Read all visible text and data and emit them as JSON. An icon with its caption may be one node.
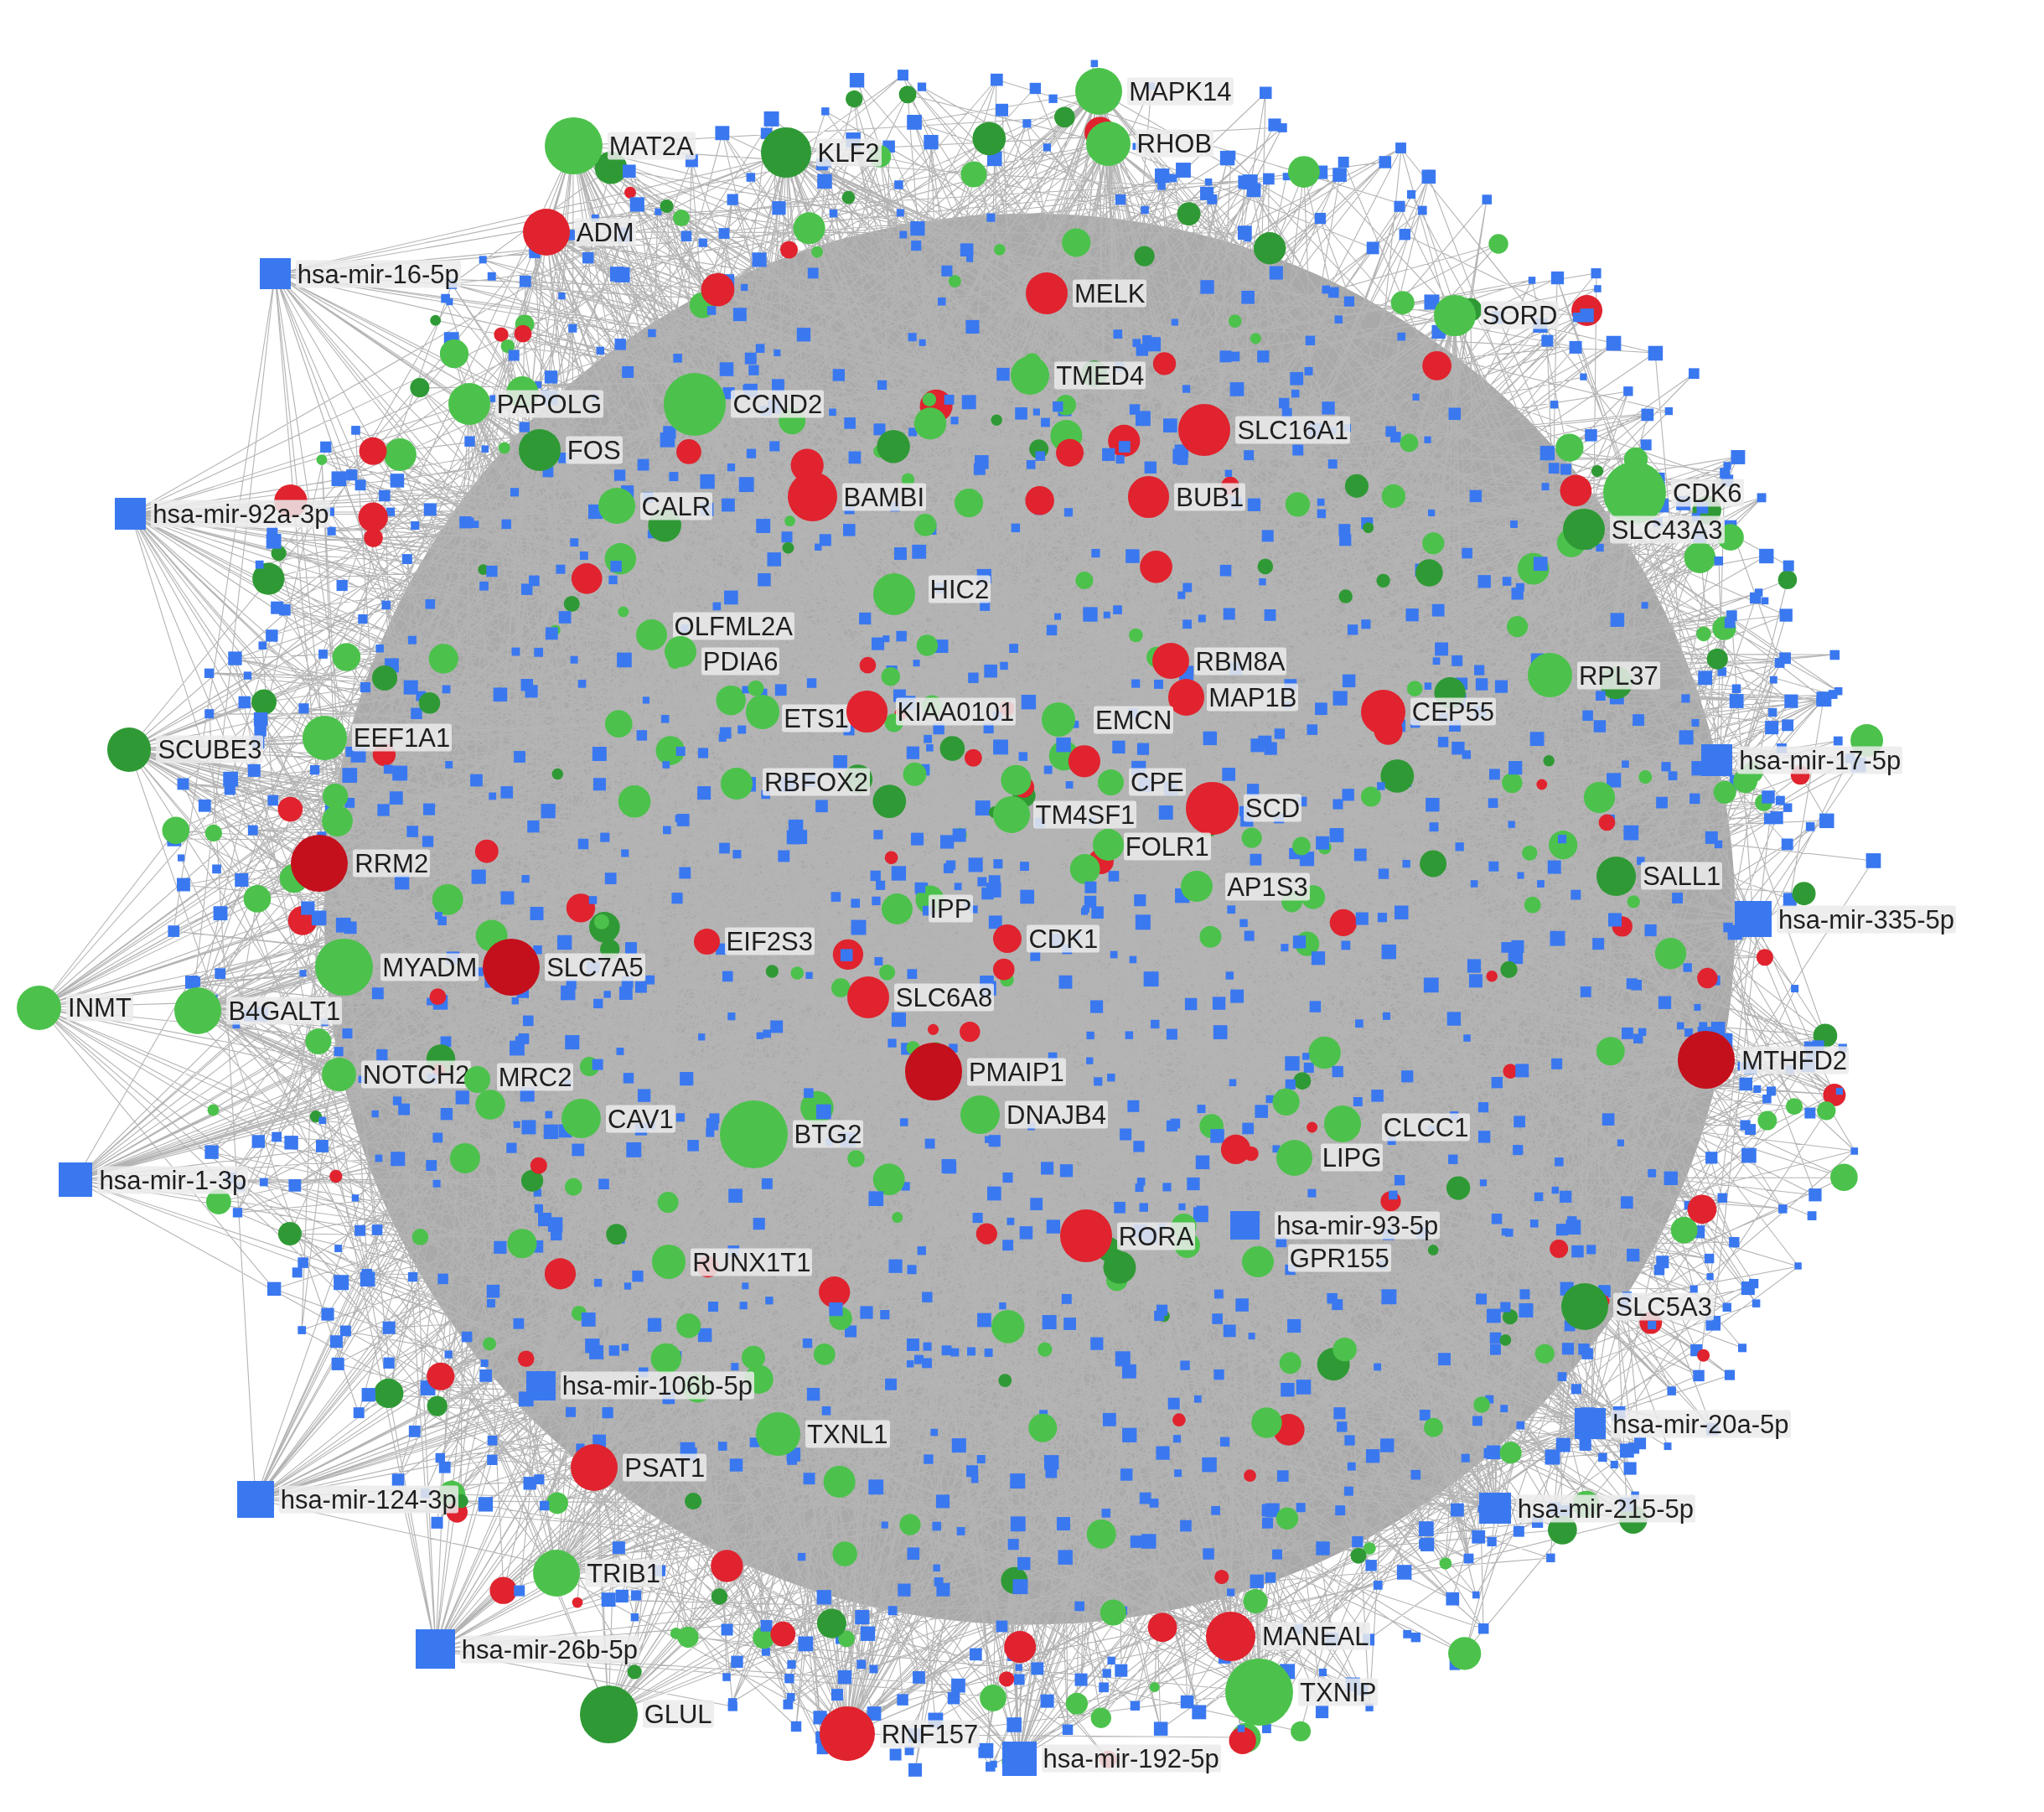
{
  "diagram": {
    "nodes": [
      {
        "text": [
          "MAPK14"
        ]
      },
      {
        "text": [
          "MAT2A"
        ]
      },
      {
        "text": [
          "KLF2"
        ]
      },
      {
        "text": [
          "RHOB"
        ]
      },
      {
        "text": [
          "ADM"
        ]
      },
      {
        "text": [
          "hsa-mir-16-5p"
        ]
      },
      {
        "text": [
          "MELK"
        ]
      },
      {
        "text": [
          "SORD"
        ]
      },
      {
        "text": [
          "PAPOLG"
        ]
      },
      {
        "text": [
          "CCND2"
        ]
      },
      {
        "text": [
          "FOS"
        ]
      },
      {
        "text": [
          "TMED4"
        ]
      },
      {
        "text": [
          "SLC16A1"
        ]
      },
      {
        "text": [
          "hsa-mir-92a-3p"
        ]
      },
      {
        "text": [
          "CALR"
        ]
      },
      {
        "text": [
          "BAMBI"
        ]
      },
      {
        "text": [
          "BUB1"
        ]
      },
      {
        "text": [
          "CDK6"
        ]
      },
      {
        "text": [
          "SLC43A3"
        ]
      },
      {
        "text": [
          "HIC2"
        ]
      },
      {
        "text": [
          "OLFML2A"
        ]
      },
      {
        "text": [
          "PDIA6"
        ]
      },
      {
        "text": [
          "RBM8A"
        ]
      },
      {
        "text": [
          "MAP1B"
        ]
      },
      {
        "text": [
          "ETS1"
        ]
      },
      {
        "text": [
          "KIAA0101"
        ]
      },
      {
        "text": [
          "EMCN"
        ]
      },
      {
        "text": [
          "CEP55"
        ]
      },
      {
        "text": [
          "RPL37"
        ]
      },
      {
        "text": [
          "EEF1A1"
        ]
      },
      {
        "text": [
          "SCUBE3"
        ]
      },
      {
        "text": [
          "hsa-mir-17-5p"
        ]
      },
      {
        "text": [
          "RBFOX2"
        ]
      },
      {
        "text": [
          "TM4SF1"
        ]
      },
      {
        "text": [
          "CPE"
        ]
      },
      {
        "text": [
          "SCD"
        ]
      },
      {
        "text": [
          "FOLR1"
        ]
      },
      {
        "text": [
          "RRM2"
        ]
      },
      {
        "text": [
          "SALL1"
        ]
      },
      {
        "text": [
          "AP1S3"
        ]
      },
      {
        "text": [
          "hsa-mir-335-5p"
        ]
      },
      {
        "text": [
          "IPP"
        ]
      },
      {
        "text": [
          "EIF2S3"
        ]
      },
      {
        "text": [
          "CDK1"
        ]
      },
      {
        "text": [
          "MYADM"
        ]
      },
      {
        "text": [
          "SLC7A5"
        ]
      },
      {
        "text": [
          "INMT"
        ]
      },
      {
        "text": [
          "B4GALT1"
        ]
      },
      {
        "text": [
          "SLC6A8"
        ]
      },
      {
        "text": [
          "PMAIP1"
        ]
      },
      {
        "text": [
          "MTHFD2"
        ]
      },
      {
        "text": [
          "NOTCH2"
        ]
      },
      {
        "text": [
          "MRC2"
        ]
      },
      {
        "text": [
          "CAV1"
        ]
      },
      {
        "text": [
          "BTG2"
        ]
      },
      {
        "text": [
          "DNAJB4"
        ]
      },
      {
        "text": [
          "CLCC1"
        ]
      },
      {
        "text": [
          "LIPG"
        ]
      },
      {
        "text": [
          "hsa-mir-1-3p"
        ]
      },
      {
        "text": [
          "RORA"
        ]
      },
      {
        "text": [
          "hsa-mir-93-5p"
        ]
      },
      {
        "text": [
          "GPR155"
        ]
      },
      {
        "text": [
          "RUNX1T1"
        ]
      },
      {
        "text": [
          "SLC5A3"
        ]
      },
      {
        "text": [
          "hsa-mir-106b-5p"
        ]
      },
      {
        "text": [
          "hsa-mir-20a-5p"
        ]
      },
      {
        "text": [
          "TXNL1"
        ]
      },
      {
        "text": [
          "PSAT1"
        ]
      },
      {
        "text": [
          "hsa-mir-124-3p"
        ]
      },
      {
        "text": [
          "hsa-mir-215-5p"
        ]
      },
      {
        "text": [
          "TRIB1"
        ]
      },
      {
        "text": [
          "MANEAL"
        ]
      },
      {
        "text": [
          "hsa-mir-26b-5p"
        ]
      },
      {
        "text": [
          "TXNIP"
        ]
      },
      {
        "text": [
          "GLUL"
        ]
      },
      {
        "text": [
          "RNF157"
        ]
      },
      {
        "text": [
          "hsa-mir-192-5p"
        ]
      }
    ]
  }
}
